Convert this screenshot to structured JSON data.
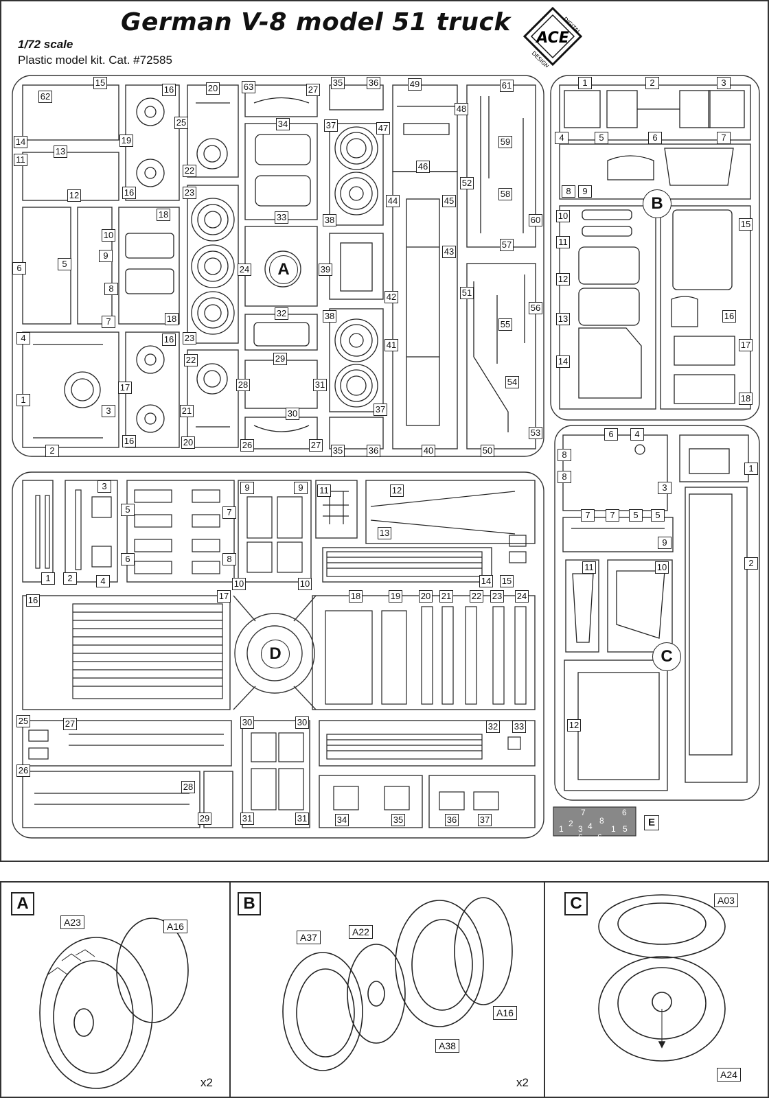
{
  "header": {
    "title": "German V-8 model 51 truck",
    "scale": "1/72 scale",
    "catalog": "Plastic model kit. Cat. #72585",
    "logo": {
      "text": "ACE",
      "ring_top": "DIGITAL",
      "ring_bottom": "DESIGN"
    }
  },
  "sprues": {
    "A": {
      "letter": "A",
      "parts": [
        "1",
        "2",
        "3",
        "4",
        "5",
        "6",
        "7",
        "8",
        "9",
        "10",
        "11",
        "12",
        "13",
        "14",
        "15",
        "16",
        "17",
        "18",
        "19",
        "20",
        "21",
        "22",
        "23",
        "24",
        "25",
        "26",
        "27",
        "28",
        "29",
        "30",
        "31",
        "32",
        "33",
        "34",
        "35",
        "36",
        "37",
        "38",
        "39",
        "40",
        "41",
        "42",
        "43",
        "44",
        "45",
        "46",
        "47",
        "48",
        "49",
        "50",
        "51",
        "52",
        "53",
        "54",
        "55",
        "56",
        "57",
        "58",
        "59",
        "60",
        "61",
        "62",
        "63"
      ]
    },
    "B": {
      "letter": "B",
      "parts": [
        "1",
        "2",
        "3",
        "4",
        "5",
        "6",
        "7",
        "8",
        "9",
        "10",
        "11",
        "12",
        "13",
        "14",
        "15",
        "16",
        "17",
        "18"
      ]
    },
    "C": {
      "letter": "C",
      "parts": [
        "1",
        "2",
        "3",
        "4",
        "5",
        "6",
        "7",
        "8",
        "9",
        "10",
        "11",
        "12"
      ]
    },
    "D": {
      "letter": "D",
      "parts": [
        "1",
        "2",
        "3",
        "4",
        "5",
        "6",
        "7",
        "8",
        "9",
        "10",
        "11",
        "12",
        "13",
        "14",
        "15",
        "16",
        "17",
        "18",
        "19",
        "20",
        "21",
        "22",
        "23",
        "24",
        "25",
        "26",
        "27",
        "28",
        "29",
        "30",
        "31",
        "32",
        "33",
        "34",
        "35",
        "36",
        "37"
      ]
    },
    "E": {
      "letter": "E",
      "parts": [
        "1",
        "2",
        "3",
        "4",
        "5",
        "6",
        "7",
        "8"
      ]
    }
  },
  "assembly": [
    {
      "step": "A",
      "labels": [
        "A23",
        "A16"
      ],
      "quantity": "x2"
    },
    {
      "step": "B",
      "labels": [
        "A37",
        "A22",
        "A16",
        "A38"
      ],
      "quantity": "x2"
    },
    {
      "step": "C",
      "labels": [
        "A03",
        "A24"
      ],
      "quantity": ""
    }
  ]
}
